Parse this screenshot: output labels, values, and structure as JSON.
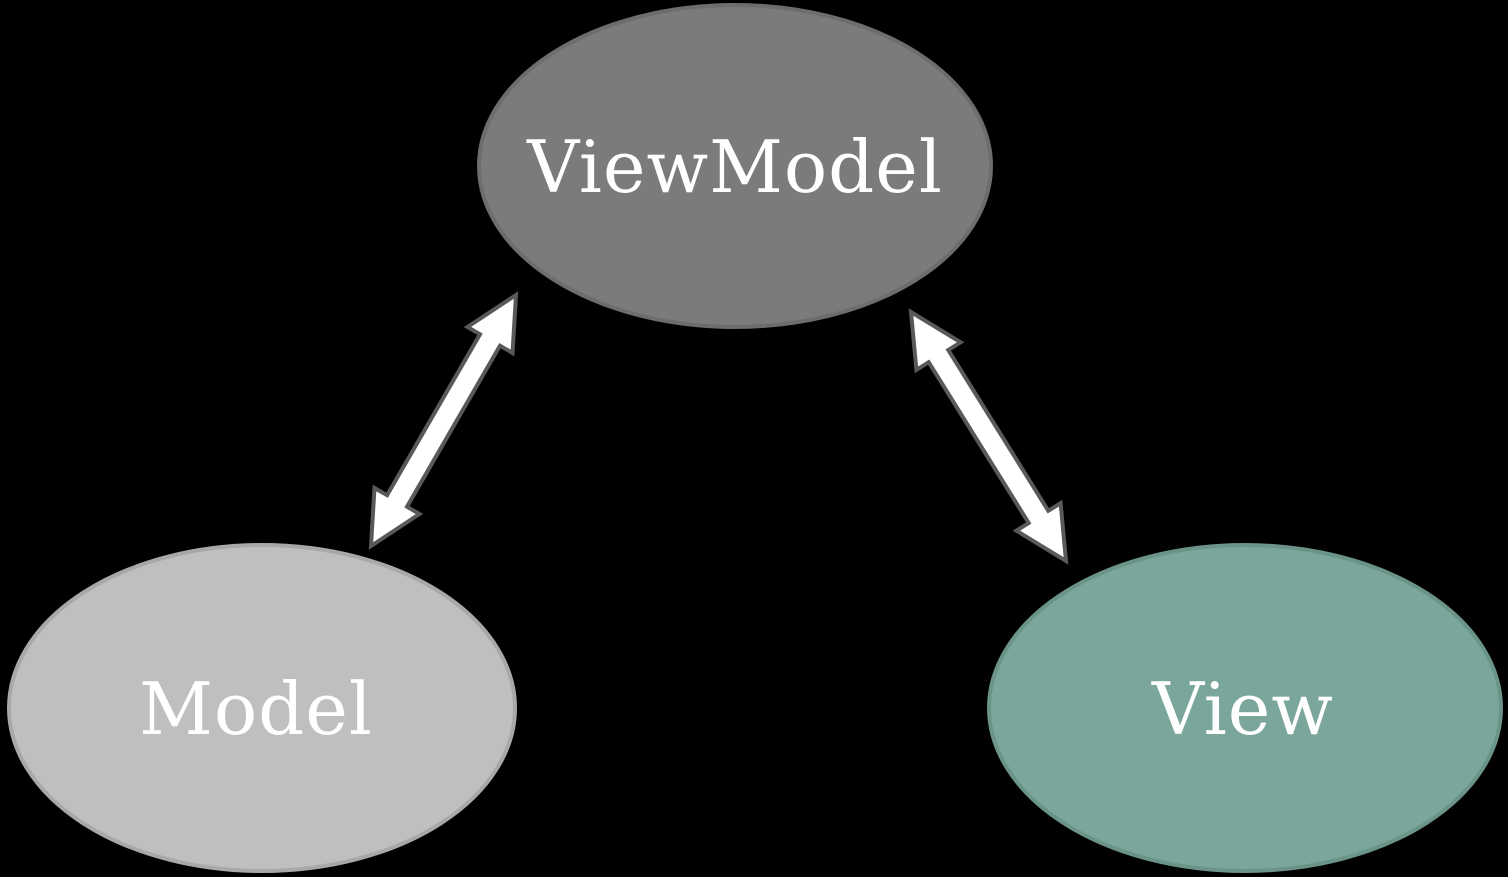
{
  "diagram": {
    "background": "#000000",
    "nodes": [
      {
        "id": "viewmodel",
        "label": "ViewModel",
        "shape": "ellipse",
        "fill": "#7b7b7b",
        "stroke": "#6d6d6d",
        "text_color": "#ffffff"
      },
      {
        "id": "model",
        "label": "Model",
        "shape": "ellipse",
        "fill": "#bfbfbf",
        "stroke": "#a8a8a8",
        "text_color": "#ffffff"
      },
      {
        "id": "view",
        "label": "View",
        "shape": "ellipse",
        "fill": "#7aa69b",
        "stroke": "#6b9489",
        "text_color": "#ffffff"
      }
    ],
    "connectors": [
      {
        "from": "viewmodel",
        "to": "model",
        "type": "double-headed-arrow",
        "fill": "#ffffff",
        "stroke": "#595959"
      },
      {
        "from": "viewmodel",
        "to": "view",
        "type": "double-headed-arrow",
        "fill": "#ffffff",
        "stroke": "#595959"
      }
    ]
  }
}
